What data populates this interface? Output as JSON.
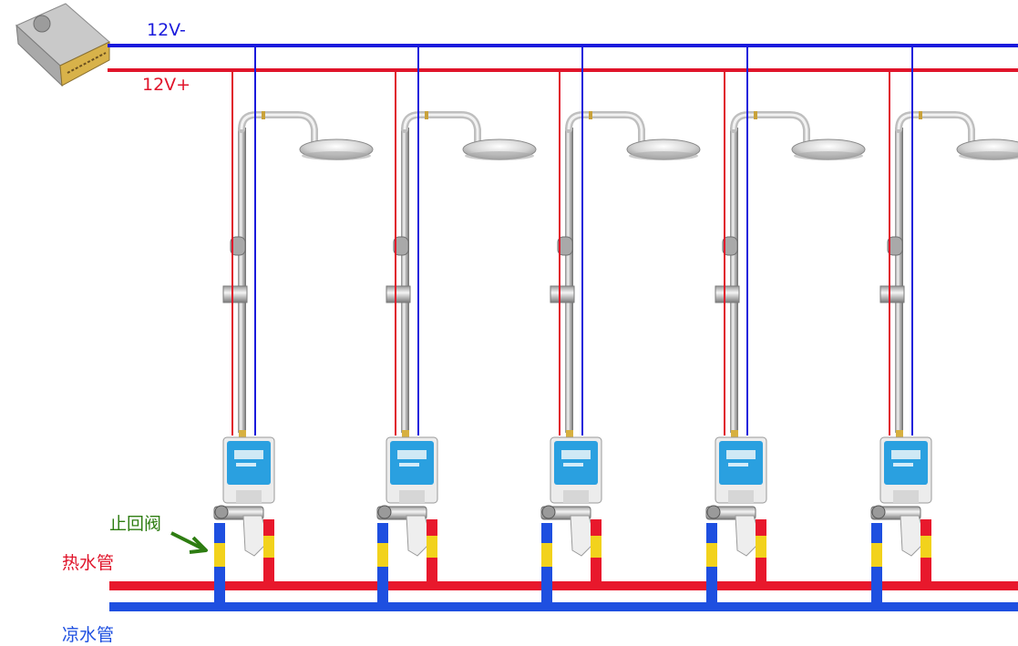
{
  "labels": {
    "neg_line": "12V-",
    "pos_line": "12V+",
    "check_valve": "止回阀",
    "hot_pipe": "热水管",
    "cold_pipe": "凉水管"
  },
  "colors": {
    "negative_wire": "#1a1adc",
    "positive_wire": "#e0142a",
    "hot_pipe": "#e8182c",
    "cold_pipe": "#1e4fe0",
    "pipe_band": "#f2d21c",
    "check_valve_label": "#2e7d12",
    "arrow": "#2e7d12"
  },
  "units": [
    {
      "name": "shower-unit-1"
    },
    {
      "name": "shower-unit-2"
    },
    {
      "name": "shower-unit-3"
    },
    {
      "name": "shower-unit-4"
    },
    {
      "name": "shower-unit-5"
    }
  ]
}
